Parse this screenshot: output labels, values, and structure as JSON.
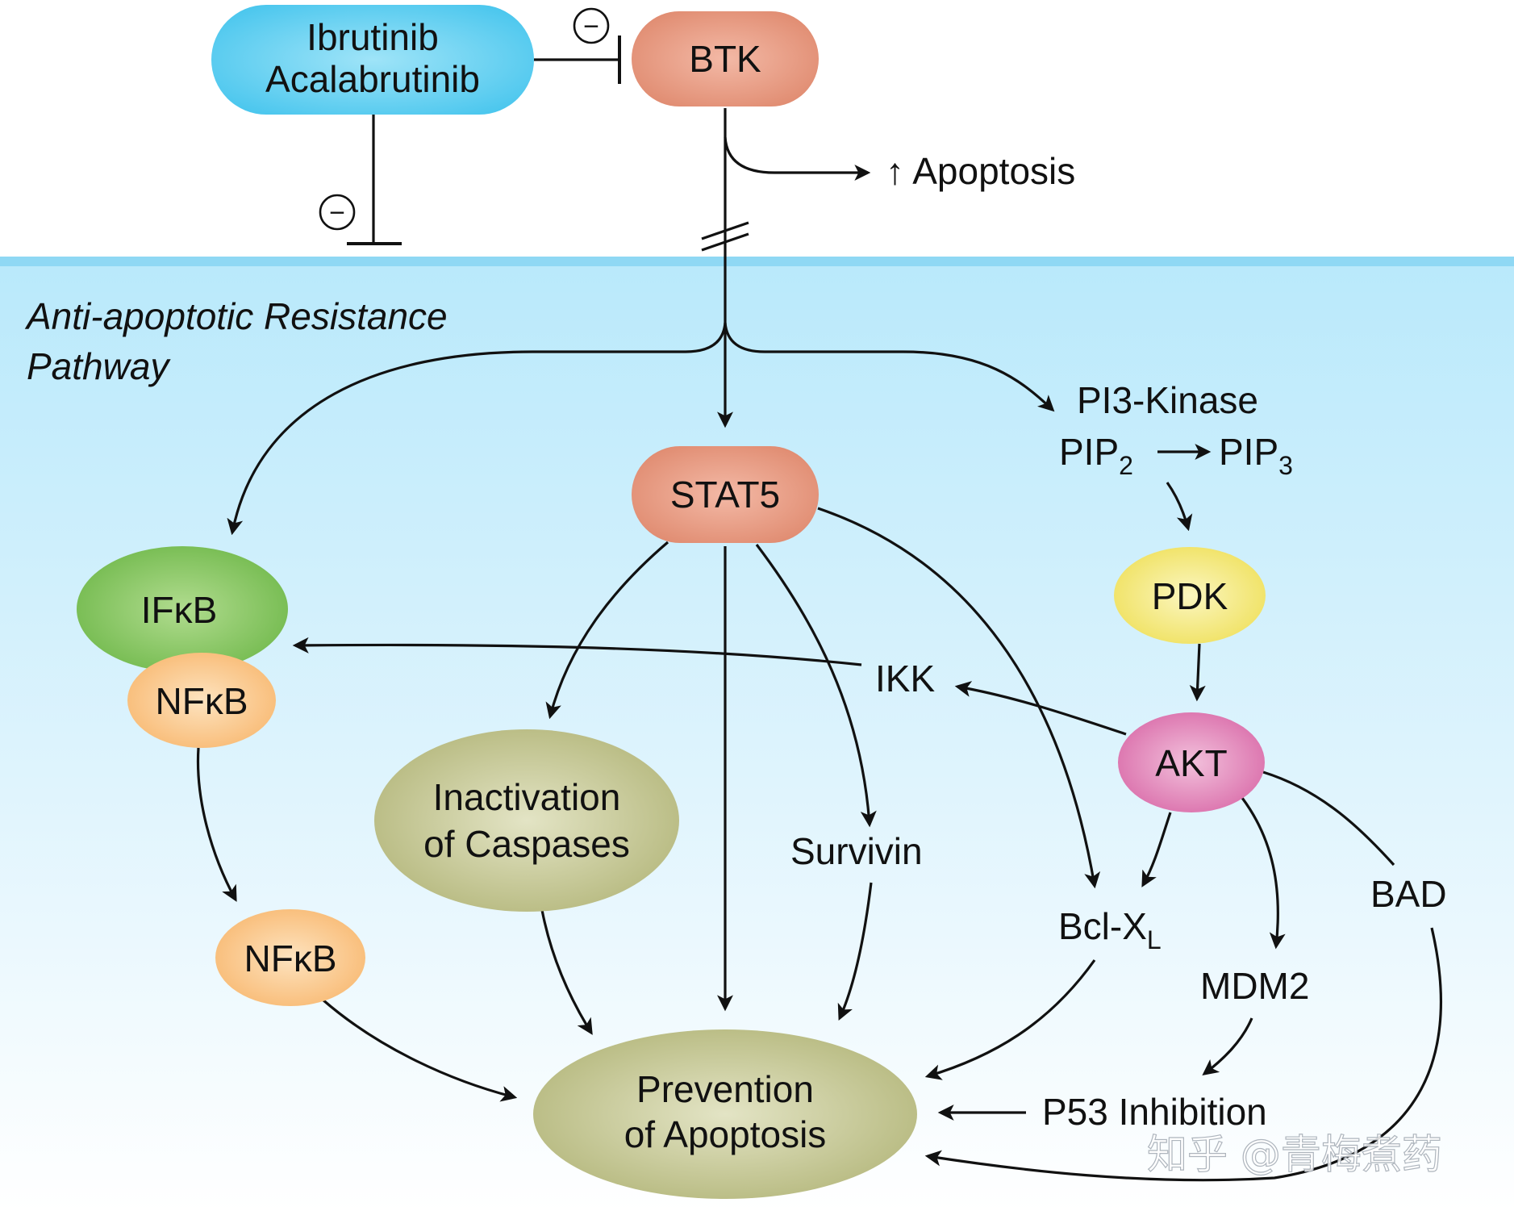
{
  "region": {
    "label_line1": "Anti-apoptotic Resistance",
    "label_line2": "Pathway"
  },
  "nodes": {
    "drugs": {
      "line1": "Ibrutinib",
      "line2": "Acalabrutinib",
      "color": "#62d2f1"
    },
    "btk": {
      "label": "BTK",
      "color": "#e89a82"
    },
    "stat5": {
      "label": "STAT5",
      "color": "#e89a82"
    },
    "ifkb": {
      "label": "IFκB",
      "color": "#83c460"
    },
    "nfkb_top": {
      "label": "NFκB",
      "color": "#fbc98c"
    },
    "nfkb_bottom": {
      "label": "NFκB",
      "color": "#fbc98c"
    },
    "caspases": {
      "line1": "Inactivation",
      "line2": "of Caspases",
      "color": "#c4c791"
    },
    "prevention": {
      "line1": "Prevention",
      "line2": "of Apoptosis",
      "color": "#c4c791"
    },
    "pdk": {
      "label": "PDK",
      "color": "#f5ec7a"
    },
    "akt": {
      "label": "AKT",
      "color": "#e281b6"
    }
  },
  "labels": {
    "apoptosis": "↑ Apoptosis",
    "pi3k": "PI3-Kinase",
    "pip2": "PIP",
    "pip2_sub": "2",
    "pip3": "PIP",
    "pip3_sub": "3",
    "ikk": "IKK",
    "survivin": "Survivin",
    "bclxl": "Bcl-X",
    "bclxl_sub": "L",
    "bad": "BAD",
    "mdm2": "MDM2",
    "p53": "P53 Inhibition"
  },
  "inhibition_symbol": "−",
  "watermark": "知乎 @青梅煮药"
}
